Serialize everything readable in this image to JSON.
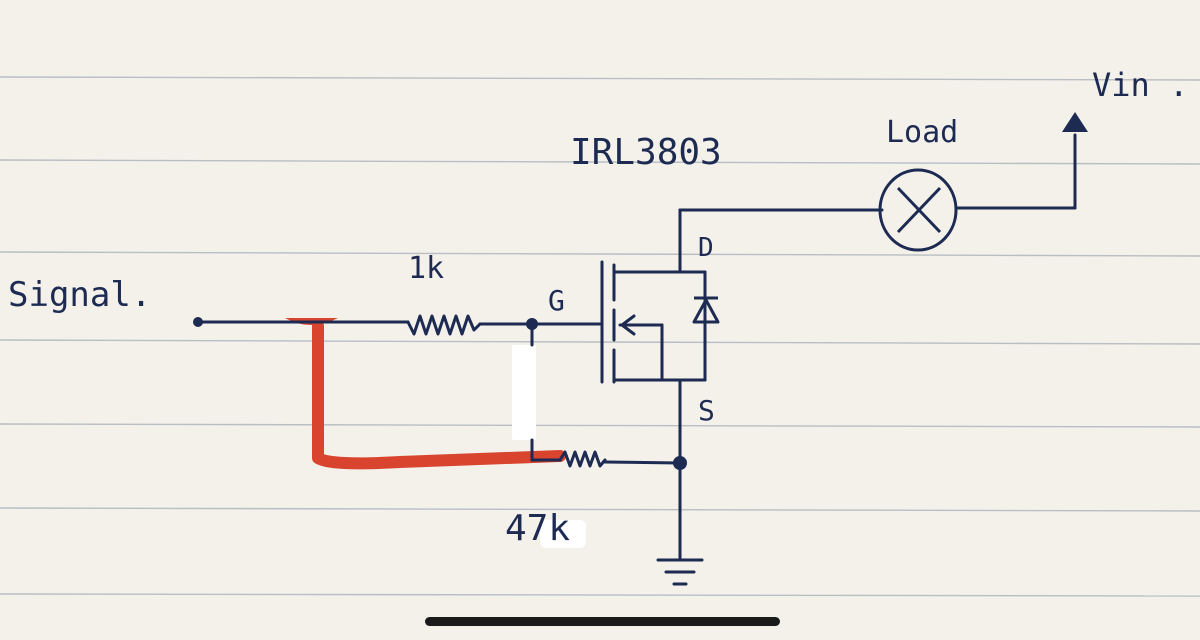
{
  "labels": {
    "signal": "Signal.",
    "r1_value": "1k",
    "gate": "G",
    "part_number": "IRL3803",
    "drain": "D",
    "source": "S",
    "r2_value": "47k",
    "load": "Load",
    "vin": "Vin ."
  },
  "colors": {
    "paper": "#f3f1ea",
    "rule_line": "#b9bdc4",
    "ink": "#1d2a52",
    "red_mark": "#d9442f",
    "whiteout": "#ffffff",
    "home_indicator": "#1a1a1a"
  }
}
